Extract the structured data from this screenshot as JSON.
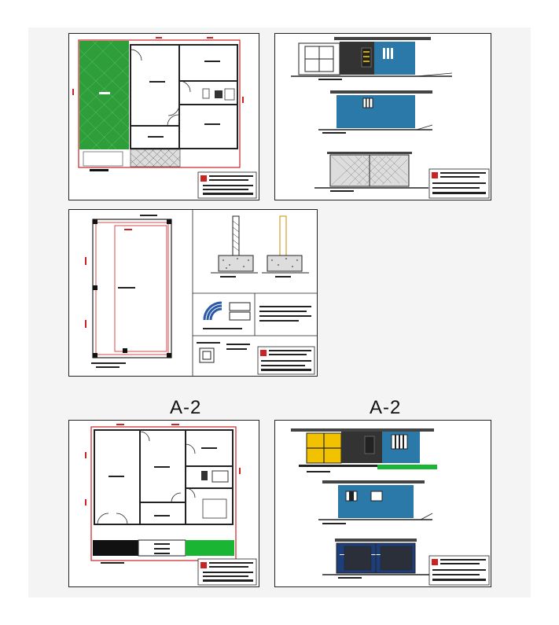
{
  "viewer": {
    "background": "#f4f4f4"
  },
  "labels": {
    "alt_a2_left": "A-2",
    "alt_a2_right": "A-2"
  },
  "sheets": [
    {
      "id": "plan-a1",
      "kind": "floor plan"
    },
    {
      "id": "elevations-a1",
      "kind": "elevations"
    },
    {
      "id": "foundation",
      "kind": "foundation plan"
    },
    {
      "id": "plan-a2",
      "kind": "floor plan"
    },
    {
      "id": "elevations-a2",
      "kind": "elevations"
    }
  ],
  "colors": {
    "wall": "#cc2222",
    "garden": "#2e9e3a",
    "facade_blue": "#2a79a8",
    "facade_dark": "#333333",
    "window_yellow": "#f2c200",
    "accent_green": "#19b533",
    "hatch": "#777777"
  }
}
